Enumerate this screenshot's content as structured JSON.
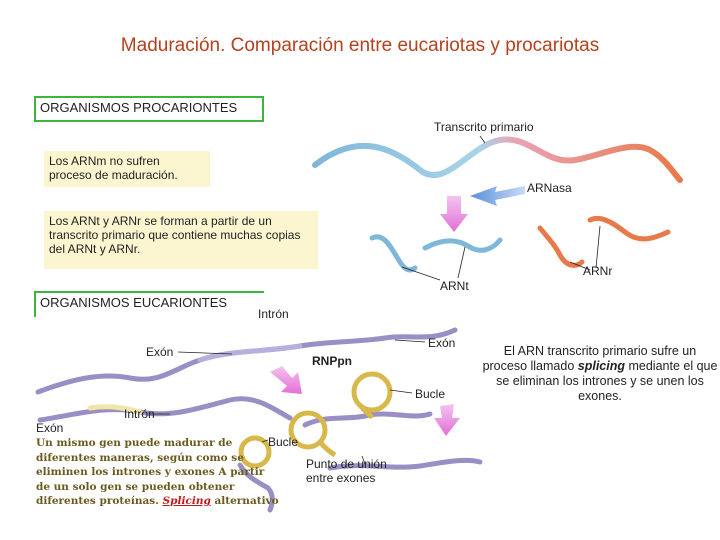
{
  "title": "Maduración. Comparación entre eucariotas y procariotas",
  "prokaryotes": {
    "header": "ORGANISMOS PROCARIONTES",
    "note_no_maturation": "Los ARNm no sufren proceso de maduración.",
    "note_trna_rrna": "Los ARNt y ARNr se forman a partir de un transcrito primario que contiene muchas copias del ARNt y ARNr.",
    "label_primary_transcript": "Transcrito primario",
    "label_rnase": "ARNasa",
    "label_trna": "ARNt",
    "label_rrna": "ARNr"
  },
  "eukaryotes": {
    "header": "ORGANISMOS EUCARIONTES",
    "label_intron_top": "Intrón",
    "label_exon_left": "Exón",
    "label_exon_right": "Exón",
    "label_rnppn": "RNPpn",
    "label_loop_right": "Bucle",
    "label_exon_bottom": "Exón",
    "label_intron_bottom": "Intrón",
    "label_loop_bottom": "Bucle",
    "label_junction": "Punto de unión entre exones",
    "alt_text_main": "Un mismo gen puede madurar de diferentes maneras, según como se eliminen los intrones y exones A partir de un solo gen se pueden obtener diferentes proteínas.",
    "alt_text_em": "Splicing",
    "alt_text_tail": "alternativo",
    "splicing_desc_pre": "El ARN transcrito primario sufre un proceso llamado",
    "splicing_word": "splicing",
    "splicing_desc_post": "mediante el que se eliminan los intrones y se unen los exones."
  },
  "colors": {
    "title": "#b5411f",
    "box_border": "#3db53d",
    "note_bg": "#fbf6d0",
    "rna_blue": "#7fb7d8",
    "rna_orange": "#e8794a",
    "rna_purple": "#9a8fc4",
    "loop_gold": "#d8b84a",
    "arrow_pink": "#e36fd6",
    "arrow_blue": "#6fa3e3"
  }
}
